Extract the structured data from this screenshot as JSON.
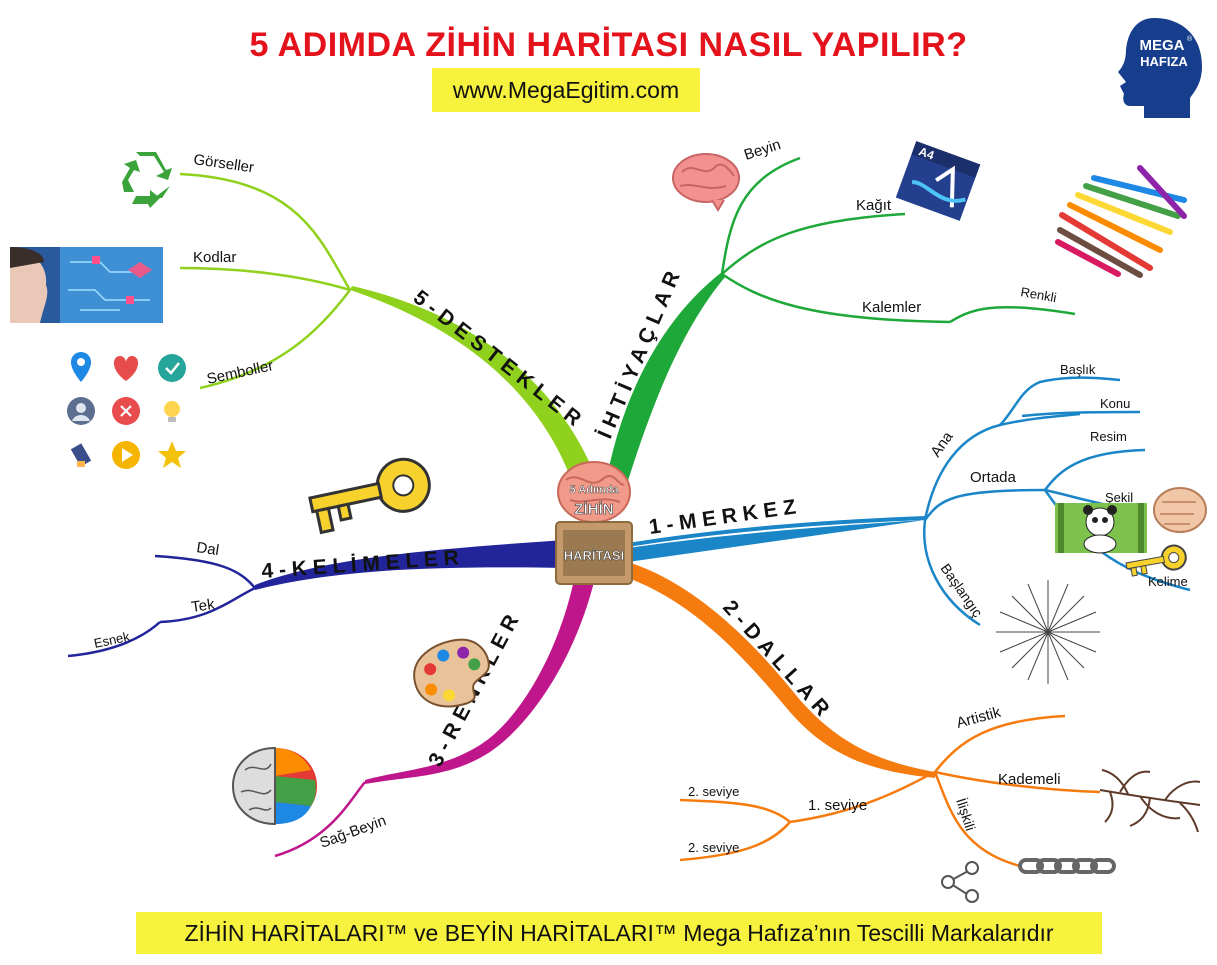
{
  "header": {
    "title": "5 ADIMDA ZİHİN HARİTASI NASIL YAPILIR?",
    "url": "www.MegaEgitim.com"
  },
  "logo": {
    "line1": "MEGA",
    "line2": "HAFIZA",
    "mark": "®"
  },
  "footer": {
    "text": "ZİHİN HARİTALARI™ ve BEYİN HARİTALARI™ Mega Hafıza’nın Tescilli Markalarıdır"
  },
  "center": {
    "line1": "5 Adımda",
    "line2": "ZİHİN",
    "line3": "HARİTASI"
  },
  "branches": {
    "merkez": {
      "label": "1 - M E R K E Z",
      "color": "#1a86c8",
      "sub": {
        "ana": "Ana",
        "baslik": "Başlık",
        "konu": "Konu",
        "ortada": "Ortada",
        "resim": "Resim",
        "sekil": "Şekil",
        "kelime": "Kelime",
        "baslangic": "Başlangıç"
      }
    },
    "dallar": {
      "label": "2-DALLAR",
      "color": "#f57b0f",
      "sub": {
        "artistik": "Artistik",
        "kademeli": "Kademeli",
        "iliskili": "İlişkili",
        "seviye1": "1. seviye",
        "seviye2a": "2. seviye",
        "seviye2b": "2. seviye"
      }
    },
    "renkler": {
      "label": "3-RENKLER",
      "color": "#c0168c",
      "sub": {
        "sag_beyin": "Sağ-Beyin"
      }
    },
    "kelimeler": {
      "label": "4 - K E L İ M E L E R",
      "color": "#22249a",
      "sub": {
        "dal": "Dal",
        "tek": "Tek",
        "esnek": "Esnek"
      }
    },
    "destekler": {
      "label": "5-DESTEKLER",
      "color": "#8fd11c",
      "sub": {
        "gorseller": "Görseller",
        "kodlar": "Kodlar",
        "semboller": "Semboller"
      }
    },
    "ihtiyaclar": {
      "label": "İHTİYAÇLAR",
      "color": "#1fa83a",
      "sub": {
        "beyin": "Beyin",
        "kagit": "Kağıt",
        "kalemler": "Kalemler",
        "renkli": "Renkli"
      }
    }
  },
  "illustrations": {
    "recycle": "recycle-icon",
    "face_circuit": "face-circuit-image",
    "symbol_icons": [
      "location-pin-icon",
      "heart-icon",
      "check-icon",
      "user-icon",
      "close-icon",
      "lightbulb-icon",
      "pen-icon",
      "play-icon",
      "star-icon"
    ],
    "brain": "brain-icon",
    "paper_a4": {
      "icon": "a4-paper-icon",
      "text": "A4"
    },
    "pencils": "colored-pencils-icon",
    "fist": "fist-icon",
    "panda": "panda-image",
    "key": "key-icon",
    "sunburst": "sunburst-icon",
    "palette": "palette-icon",
    "color_brain": "color-brain-icon",
    "roots": "tree-roots-icon",
    "chain": "chain-icon",
    "share": "share-icon"
  }
}
